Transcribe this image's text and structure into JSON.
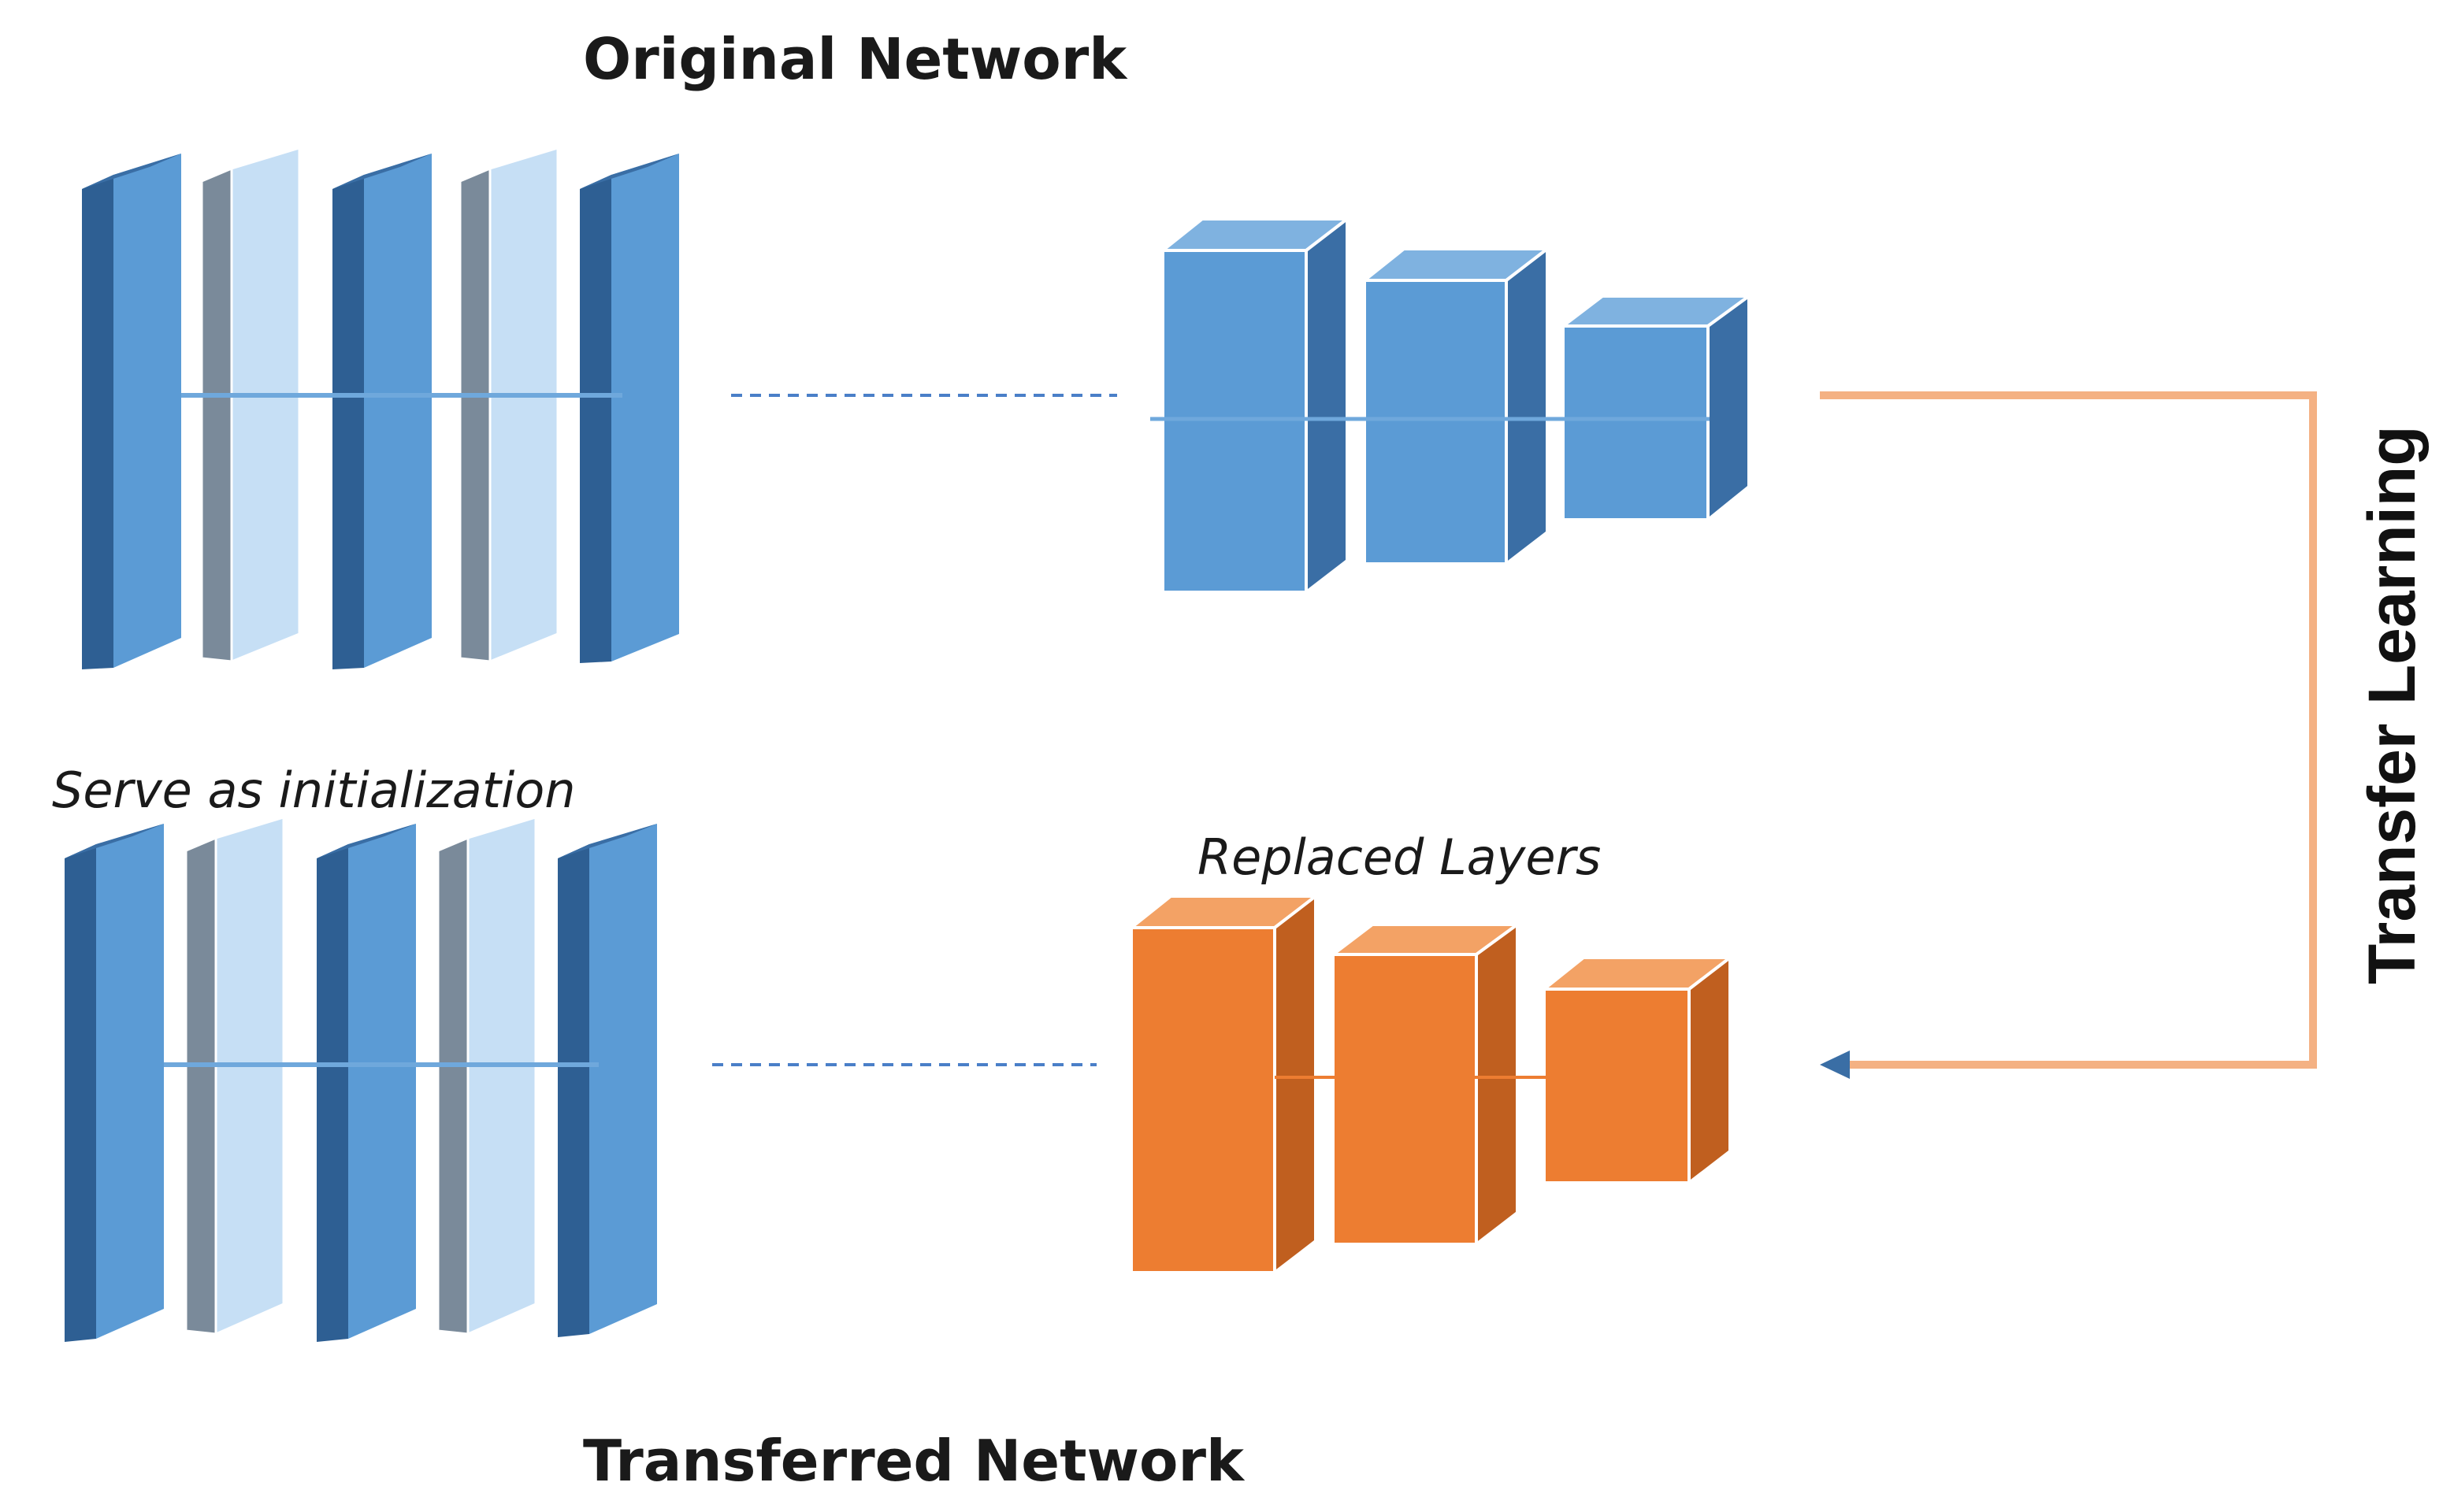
{
  "titles": {
    "original": "Original Network",
    "transferred": "Transferred Network"
  },
  "annotations": {
    "init": "Serve as initialization",
    "replaced": "Replaced Layers",
    "transfer": "Transfer Learning"
  },
  "colors": {
    "blue_front": "#5b9bd5",
    "blue_side": "#3a6ea5",
    "blue_top": "#7fb2e0",
    "light_front": "#c6dff5",
    "light_side": "#7a8a9a",
    "orange_front": "#ed7d31",
    "orange_side": "#c05f1f",
    "orange_top": "#f3a265",
    "arrow_orange": "#f4b183",
    "dash_blue": "#4a7fc8"
  }
}
